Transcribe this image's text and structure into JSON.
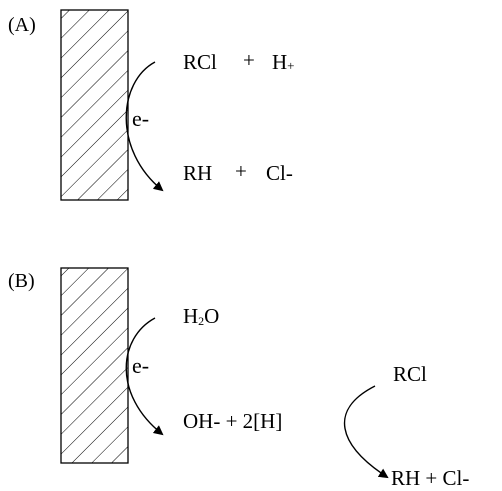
{
  "panel_a": {
    "label": "(A)",
    "reactant_left": "RCl",
    "plus_1": "+",
    "reactant_right": "H",
    "reactant_right_sup": "+",
    "electron": "e-",
    "product_left": "RH",
    "plus_2": "+",
    "product_right": "Cl-"
  },
  "panel_b": {
    "label": "(B)",
    "water_h": "H",
    "water_sub": "2",
    "water_o": "O",
    "electron": "e-",
    "product": "OH- + 2[H]",
    "rcl": "RCl",
    "final_product": "RH + Cl-"
  },
  "colors": {
    "ink": "#000000",
    "hatch": "#000000",
    "background": "#ffffff"
  }
}
